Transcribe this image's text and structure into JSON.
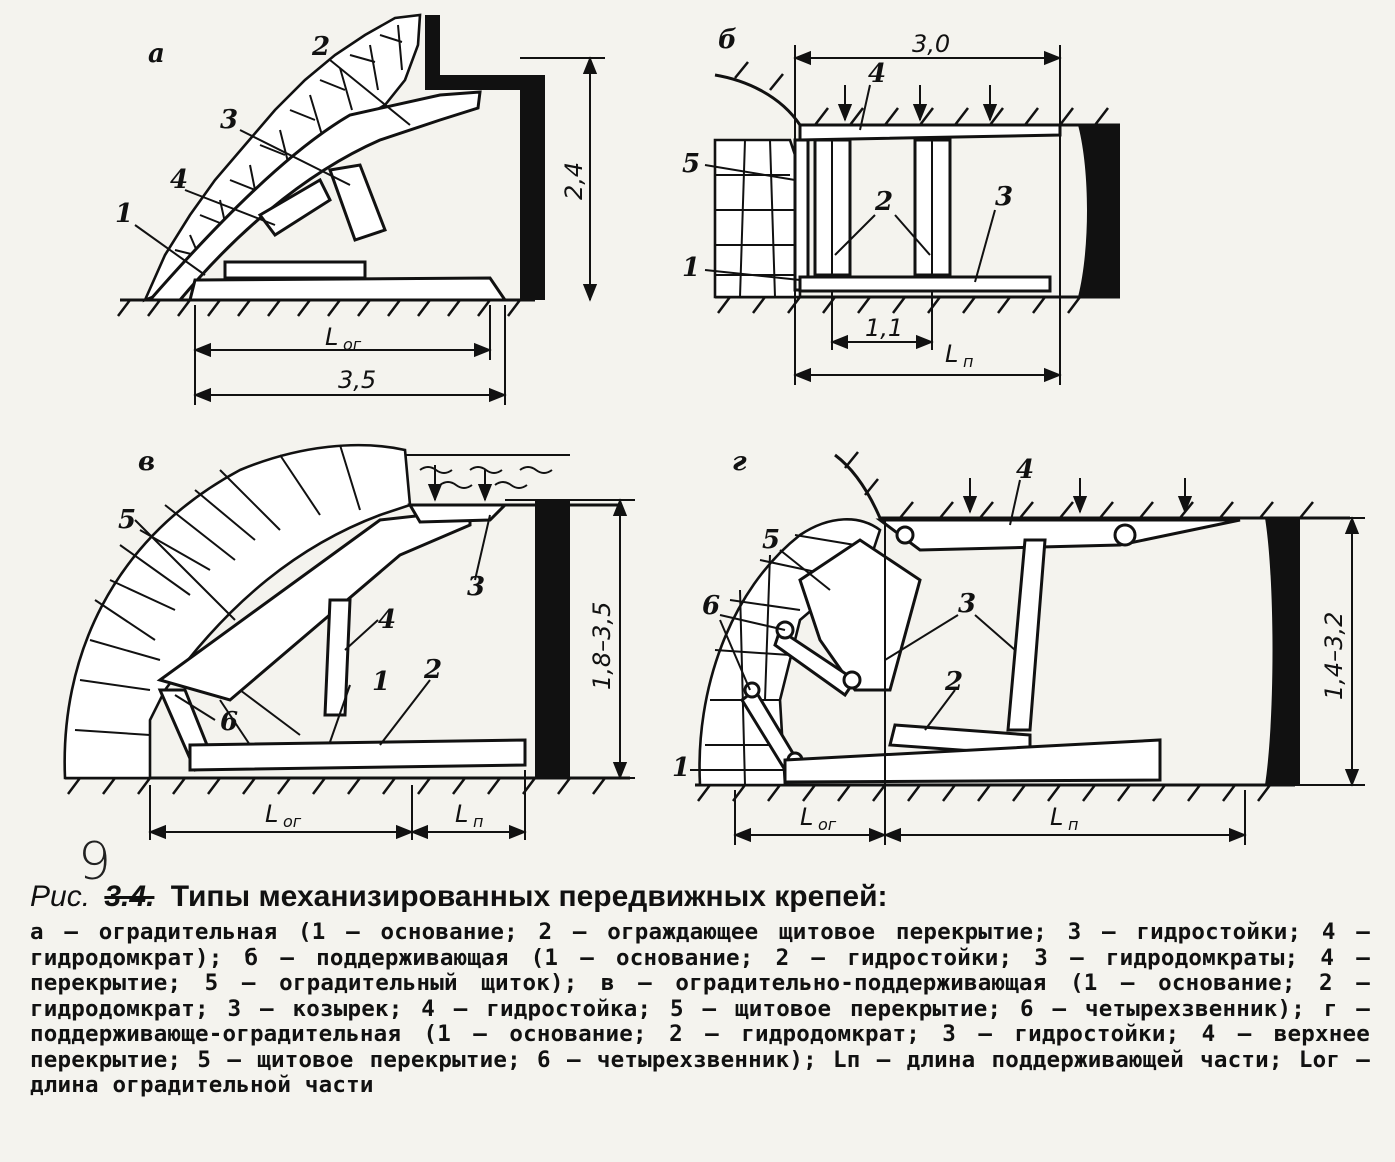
{
  "figure": {
    "panels": [
      {
        "letter": "а",
        "numbers": [
          "1",
          "2",
          "3",
          "4"
        ],
        "dims": {
          "height": "2,4",
          "width": "3,5",
          "l_og": "L",
          "l_og_sub": "ог"
        }
      },
      {
        "letter": "б",
        "numbers": [
          "1",
          "2",
          "3",
          "4",
          "5"
        ],
        "dims": {
          "width": "3,0",
          "height": "",
          "step": "1,1",
          "l_p": "L",
          "l_p_sub": "п"
        }
      },
      {
        "letter": "в",
        "numbers": [
          "1",
          "2",
          "3",
          "4",
          "5",
          "6"
        ],
        "dims": {
          "height": "1,8–3,5",
          "l_og": "L",
          "l_og_sub": "ог",
          "l_p": "L",
          "l_p_sub": "п"
        }
      },
      {
        "letter": "г",
        "numbers": [
          "1",
          "2",
          "3",
          "4",
          "5",
          "6"
        ],
        "dims": {
          "height": "1,4–3,2",
          "l_og": "L",
          "l_og_sub": "ог",
          "l_p": "L",
          "l_p_sub": "п"
        }
      }
    ]
  },
  "handwritten_number": "9",
  "caption": {
    "prefix": "Рис.",
    "struck_number": "3.4.",
    "title": "Типы механизированных передвижных крепей:",
    "body": "а — оградительная (1 — основание; 2 — ограждающее щитовое перекрытие; 3 — гидростойки; 4 — гидродомкрат); б — поддерживающая (1 — основание; 2 — гидростойки; 3 — гидродомкраты; 4 — перекрытие; 5 — оградительный щиток); в — оградительно-поддерживающая (1 — основание; 2 — гидродомкрат; 3 — козырек; 4 — гидростойка; 5 — щитовое перекрытие; 6 — четырехзвенник); г — поддерживающе-оградительная (1 — основание; 2 — гидродомкрат; 3 — гидростойки; 4 — верхнее перекрытие; 5 — щитовое перекрытие; 6 — четырехзвенник); Lп — длина поддерживающей части; Lог — длина оградительной части"
  }
}
